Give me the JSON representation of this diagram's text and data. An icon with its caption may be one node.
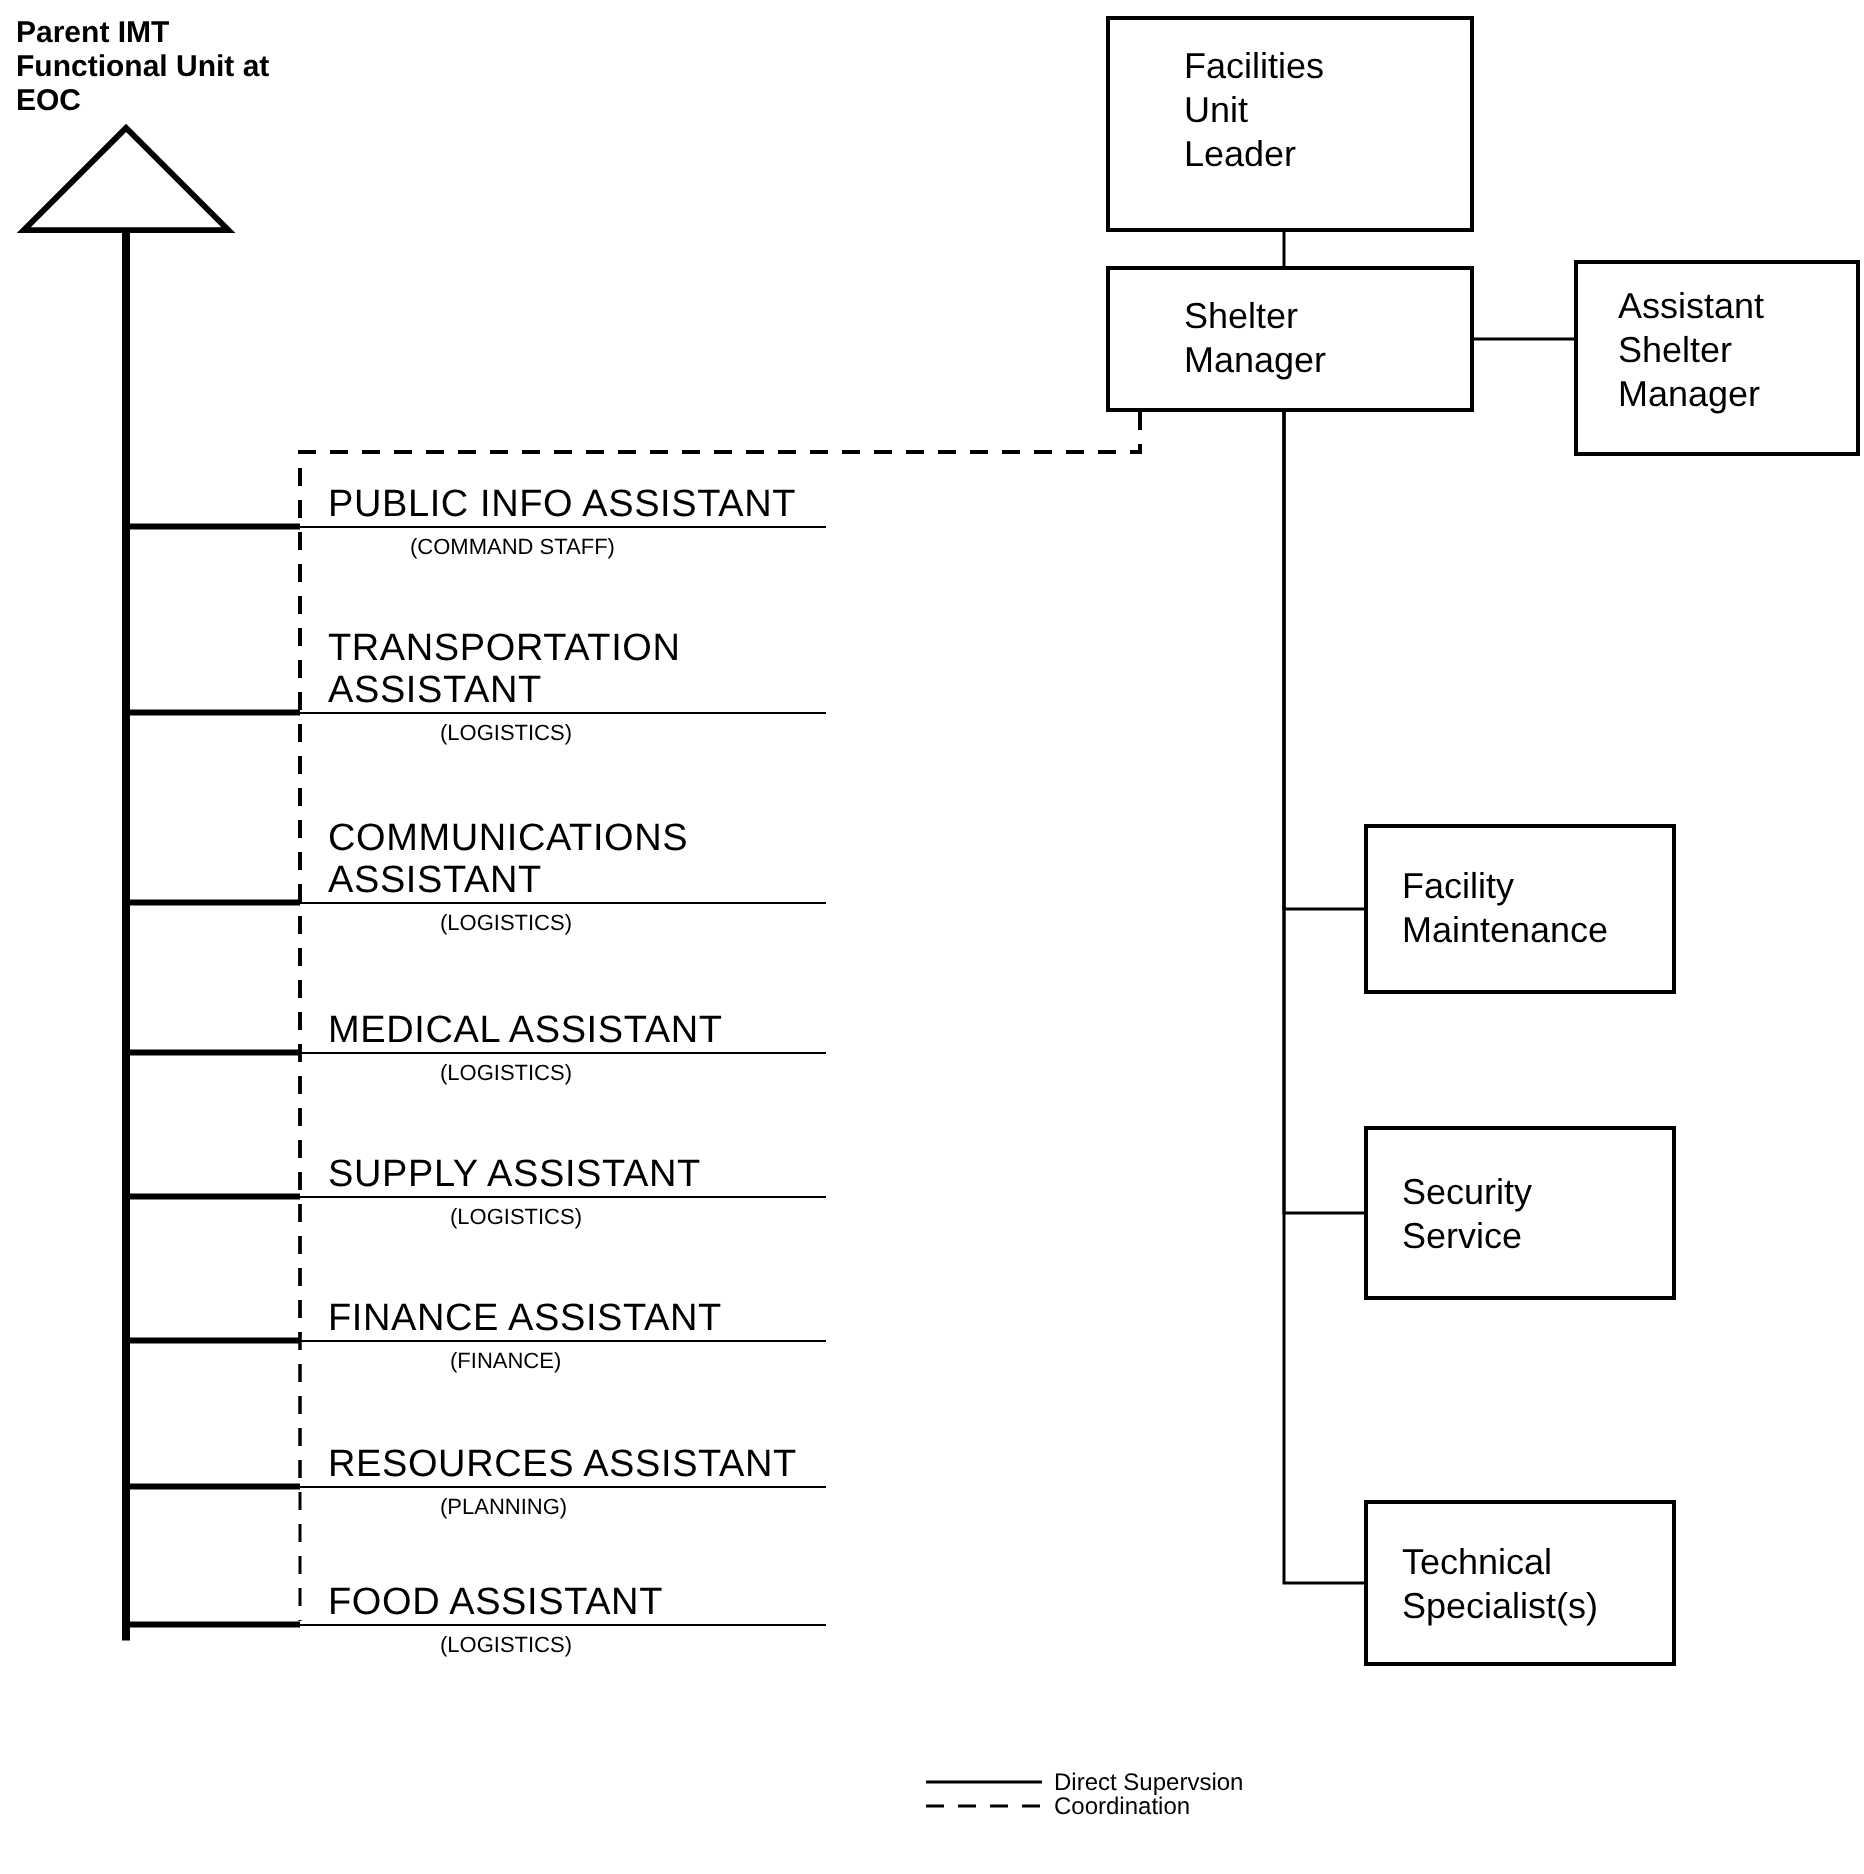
{
  "diagram": {
    "nodes": [
      {
        "text": [
          "Parent IMT Functional Unit at EOC"
        ]
      },
      {
        "text": [
          "Facilities Unit Leader"
        ]
      },
      {
        "text": [
          "Shelter Manager"
        ]
      },
      {
        "text": [
          "Assistant Shelter Manager"
        ]
      },
      {
        "text": [
          "PUBLIC INFO ASSISTANT",
          "(COMMAND STAFF)"
        ]
      },
      {
        "text": [
          "TRANSPORTATION ASSISTANT",
          "(LOGISTICS)"
        ]
      },
      {
        "text": [
          "COMMUNICATIONS ASSISTANT",
          "(LOGISTICS)"
        ]
      },
      {
        "text": [
          "MEDICAL ASSISTANT",
          "(LOGISTICS)"
        ]
      },
      {
        "text": [
          "SUPPLY ASSISTANT",
          "(LOGISTICS)"
        ]
      },
      {
        "text": [
          "FINANCE ASSISTANT",
          "(FINANCE)"
        ]
      },
      {
        "text": [
          "RESOURCES ASSISTANT",
          "(PLANNING)"
        ]
      },
      {
        "text": [
          "FOOD ASSISTANT",
          "(LOGISTICS)"
        ]
      },
      {
        "text": [
          "Facility Maintenance"
        ]
      },
      {
        "text": [
          "Security Service"
        ]
      },
      {
        "text": [
          "Technical Specialist(s)"
        ]
      }
    ],
    "edges": [
      {
        "from": 1,
        "to": 2,
        "arrow": "none"
      },
      {
        "from": 2,
        "to": 3,
        "arrow": "none"
      },
      {
        "from": 2,
        "to": 12,
        "arrow": "none"
      },
      {
        "from": 2,
        "to": 13,
        "arrow": "none"
      },
      {
        "from": 2,
        "to": 14,
        "arrow": "none"
      },
      {
        "from": 0,
        "to": 4,
        "arrow": "none",
        "style": "thick"
      },
      {
        "from": 0,
        "to": 5,
        "arrow": "none",
        "style": "thick"
      },
      {
        "from": 0,
        "to": 6,
        "arrow": "none",
        "style": "thick"
      },
      {
        "from": 0,
        "to": 7,
        "arrow": "none",
        "style": "thick"
      },
      {
        "from": 0,
        "to": 8,
        "arrow": "none",
        "style": "thick"
      },
      {
        "from": 0,
        "to": 9,
        "arrow": "none",
        "style": "thick"
      },
      {
        "from": 0,
        "to": 10,
        "arrow": "none",
        "style": "thick"
      },
      {
        "from": 0,
        "to": 11,
        "arrow": "none",
        "style": "thick"
      },
      {
        "from": 2,
        "to": 4,
        "arrow": "none",
        "style": "dashed"
      },
      {
        "from": 2,
        "to": 5,
        "arrow": "none",
        "style": "dashed"
      },
      {
        "from": 2,
        "to": 6,
        "arrow": "none",
        "style": "dashed"
      },
      {
        "from": 2,
        "to": 7,
        "arrow": "none",
        "style": "dashed"
      },
      {
        "from": 2,
        "to": 8,
        "arrow": "none",
        "style": "dashed"
      },
      {
        "from": 2,
        "to": 9,
        "arrow": "none",
        "style": "dashed"
      },
      {
        "from": 2,
        "to": 10,
        "arrow": "none",
        "style": "dashed"
      },
      {
        "from": 2,
        "to": 11,
        "arrow": "none",
        "style": "dashed"
      }
    ],
    "legend": [
      {
        "text": "Direct Supervsion"
      },
      {
        "text": "Coordination"
      }
    ]
  }
}
